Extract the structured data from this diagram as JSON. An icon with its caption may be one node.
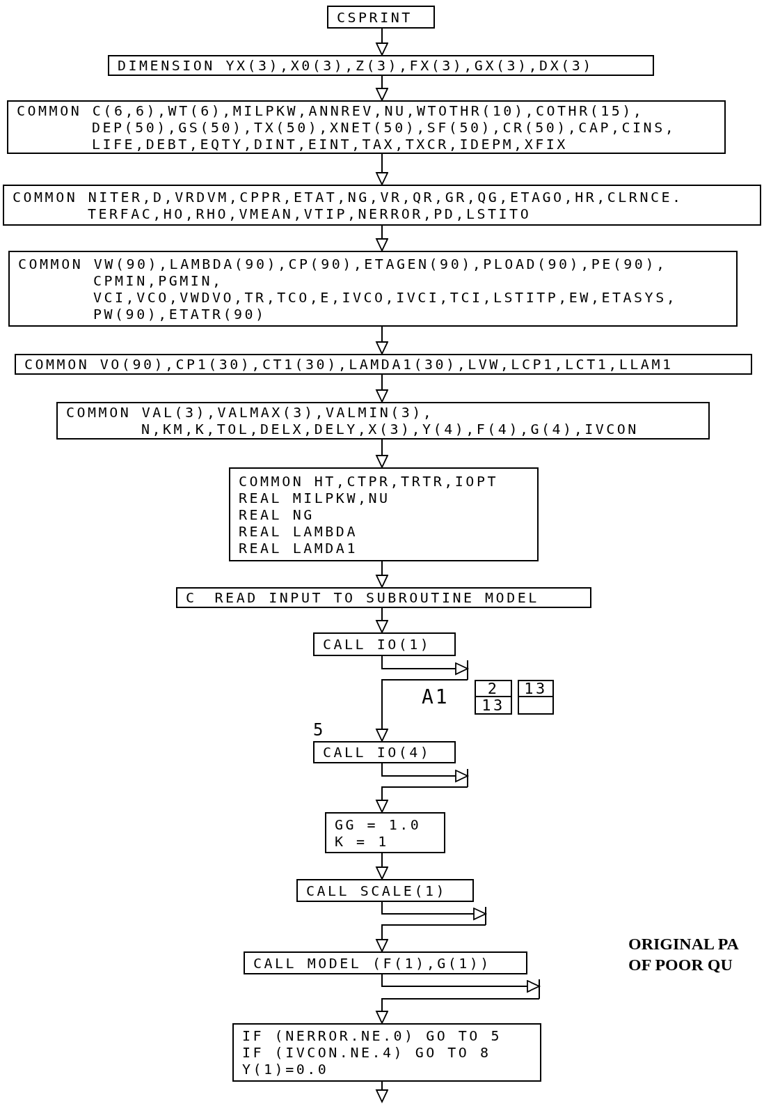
{
  "diagram": {
    "nodes": [
      {
        "text": [
          "CSPRINT"
        ]
      },
      {
        "text": [
          "DIMENSION YX(3),X0(3),Z(3),FX(3),GX(3),DX(3)"
        ]
      },
      {
        "text": [
          "COMMON C(6,6),WT(6),MILPKW,ANNREV,NU,WTOTHR(10),COTHR(15), DEP(50),GS(50),TX(50),XNET(50),SF(50),CR(50),CAP,CINS, LIFE,DEBT,EQTY,DINT,EINT,TAX,TXCR,IDEPM,XFIX"
        ]
      },
      {
        "text": [
          "COMMON NITER,D,VRDVM,CPPR,ETAT,NG,VR,QR,GR,QG,ETAGO,HR,CLRNCE. TERFAC,HO,RHO,VMEAN,VTIP,NERROR,PD,LSTITO"
        ]
      },
      {
        "text": [
          "COMMON VW(90),LAMBDA(90),CP(90),ETAGEN(90),PLOAD(90),PE(90), CPMIN,PGMIN, VCI,VCO,VWDVO,TR,TCO,E,IVCO,IVCI,TCI,LSTITP,EW,ETASYS, PW(90),ETATR(90)"
        ]
      },
      {
        "text": [
          "COMMON VO(90),CP1(30),CT1(30),LAMDA1(30),LVW,LCP1,LCT1,LLAM1"
        ]
      },
      {
        "text": [
          "COMMON VAL(3),VALMAX(3),VALMIN(3), N,KM,K,TOL,DELX,DELY,X(3),Y(4),F(4),G(4),IVCON"
        ]
      },
      {
        "text": [
          "COMMON HT,CTPR,TRTR,IOPT",
          "REAL MILPKW,NU",
          "REAL NG",
          "REAL LAMBDA",
          "REAL LAMDA1"
        ]
      },
      {
        "text": [
          "C",
          "READ INPUT TO SUBROUTINE MODEL"
        ]
      },
      {
        "text": [
          "CALL IO(1)"
        ]
      },
      {
        "text": [
          "CALL IO(4)"
        ],
        "beside": [
          "5"
        ]
      },
      {
        "text": [
          "GG = 1.0",
          "K = 1"
        ]
      },
      {
        "text": [
          "CALL SCALE(1)"
        ]
      },
      {
        "text": [
          "CALL MODEL (F(1),G(1))"
        ]
      },
      {
        "text": [
          "IF (NERROR.NE.0) GO TO 5",
          "IF (IVCON.NE.4) GO TO 8",
          "Y(1)=0.0"
        ]
      }
    ],
    "edges": [
      {
        "from": 0,
        "to": 1,
        "arrow": "to"
      },
      {
        "from": 1,
        "to": 2,
        "arrow": "to"
      },
      {
        "from": 2,
        "to": 3,
        "arrow": "to"
      },
      {
        "from": 3,
        "to": 4,
        "arrow": "to"
      },
      {
        "from": 4,
        "to": 5,
        "arrow": "to"
      },
      {
        "from": 5,
        "to": 6,
        "arrow": "to"
      },
      {
        "from": 6,
        "to": 7,
        "arrow": "to"
      },
      {
        "from": 7,
        "to": 8,
        "arrow": "to"
      },
      {
        "from": 8,
        "to": 9,
        "arrow": "to"
      },
      {
        "from": 9,
        "to": 10,
        "arrow": "to"
      },
      {
        "from": 10,
        "to": 11,
        "arrow": "to"
      },
      {
        "from": 11,
        "to": 12,
        "arrow": "to"
      },
      {
        "from": 12,
        "to": 13,
        "arrow": "to"
      },
      {
        "from": 13,
        "to": 14,
        "arrow": "to"
      },
      {
        "from": 14,
        "to": null,
        "arrow": "to"
      }
    ],
    "labels": [
      "A1",
      "2",
      "13",
      "13",
      "ORIGINAL PA",
      "OF POOR QU"
    ]
  }
}
